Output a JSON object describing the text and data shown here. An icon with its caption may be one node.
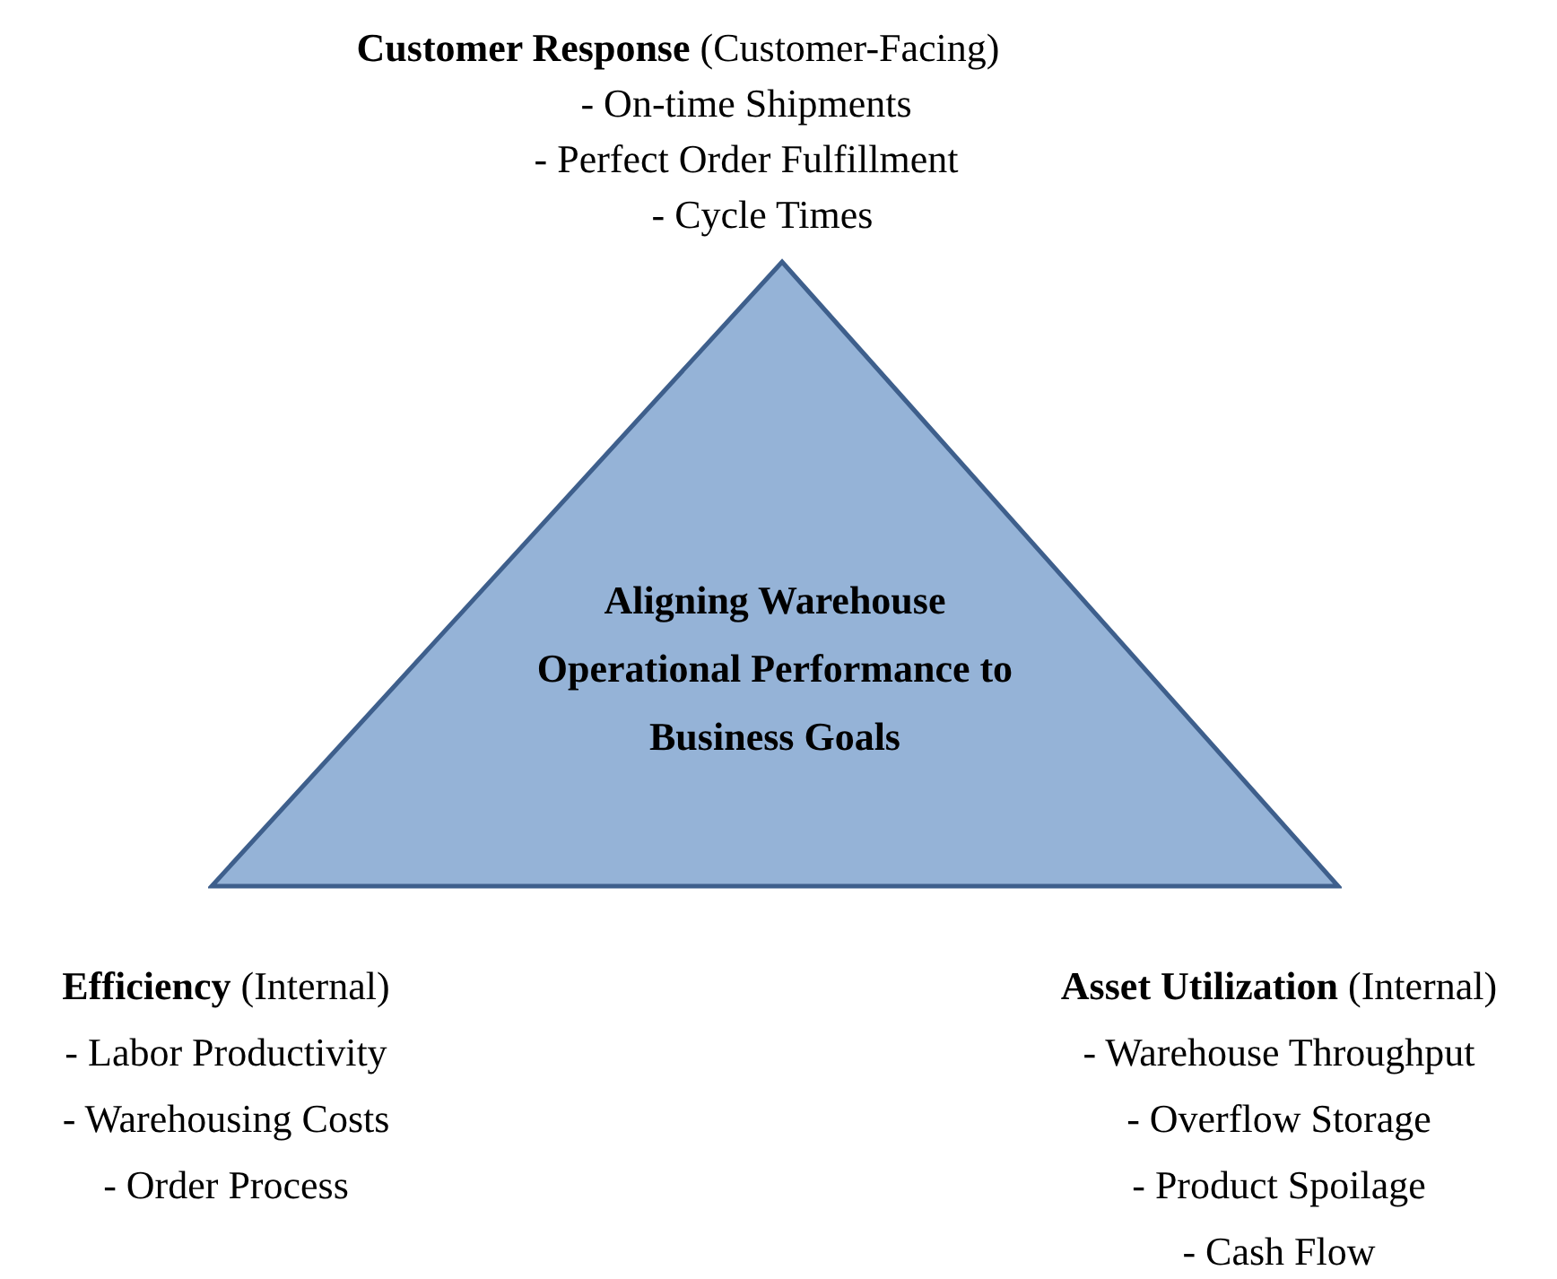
{
  "diagram": {
    "nodes": [
      {
        "text": [
          "Aligning Warehouse Operational Performance to Business Goals"
        ]
      }
    ],
    "edges": [],
    "labels": [
      "**Customer Response** (Customer-Facing)",
      "- On-time Shipments",
      "- Perfect Order Fulfillment",
      "- Cycle Times",
      "**Efficiency** (Internal)",
      "- Labor Productivity",
      "- Warehousing Costs",
      "- Order Process",
      "**Asset Utilization** (Internal)",
      "- Warehouse Throughput",
      "- Overflow Storage",
      "- Product Spoilage",
      "- Cash Flow"
    ]
  }
}
